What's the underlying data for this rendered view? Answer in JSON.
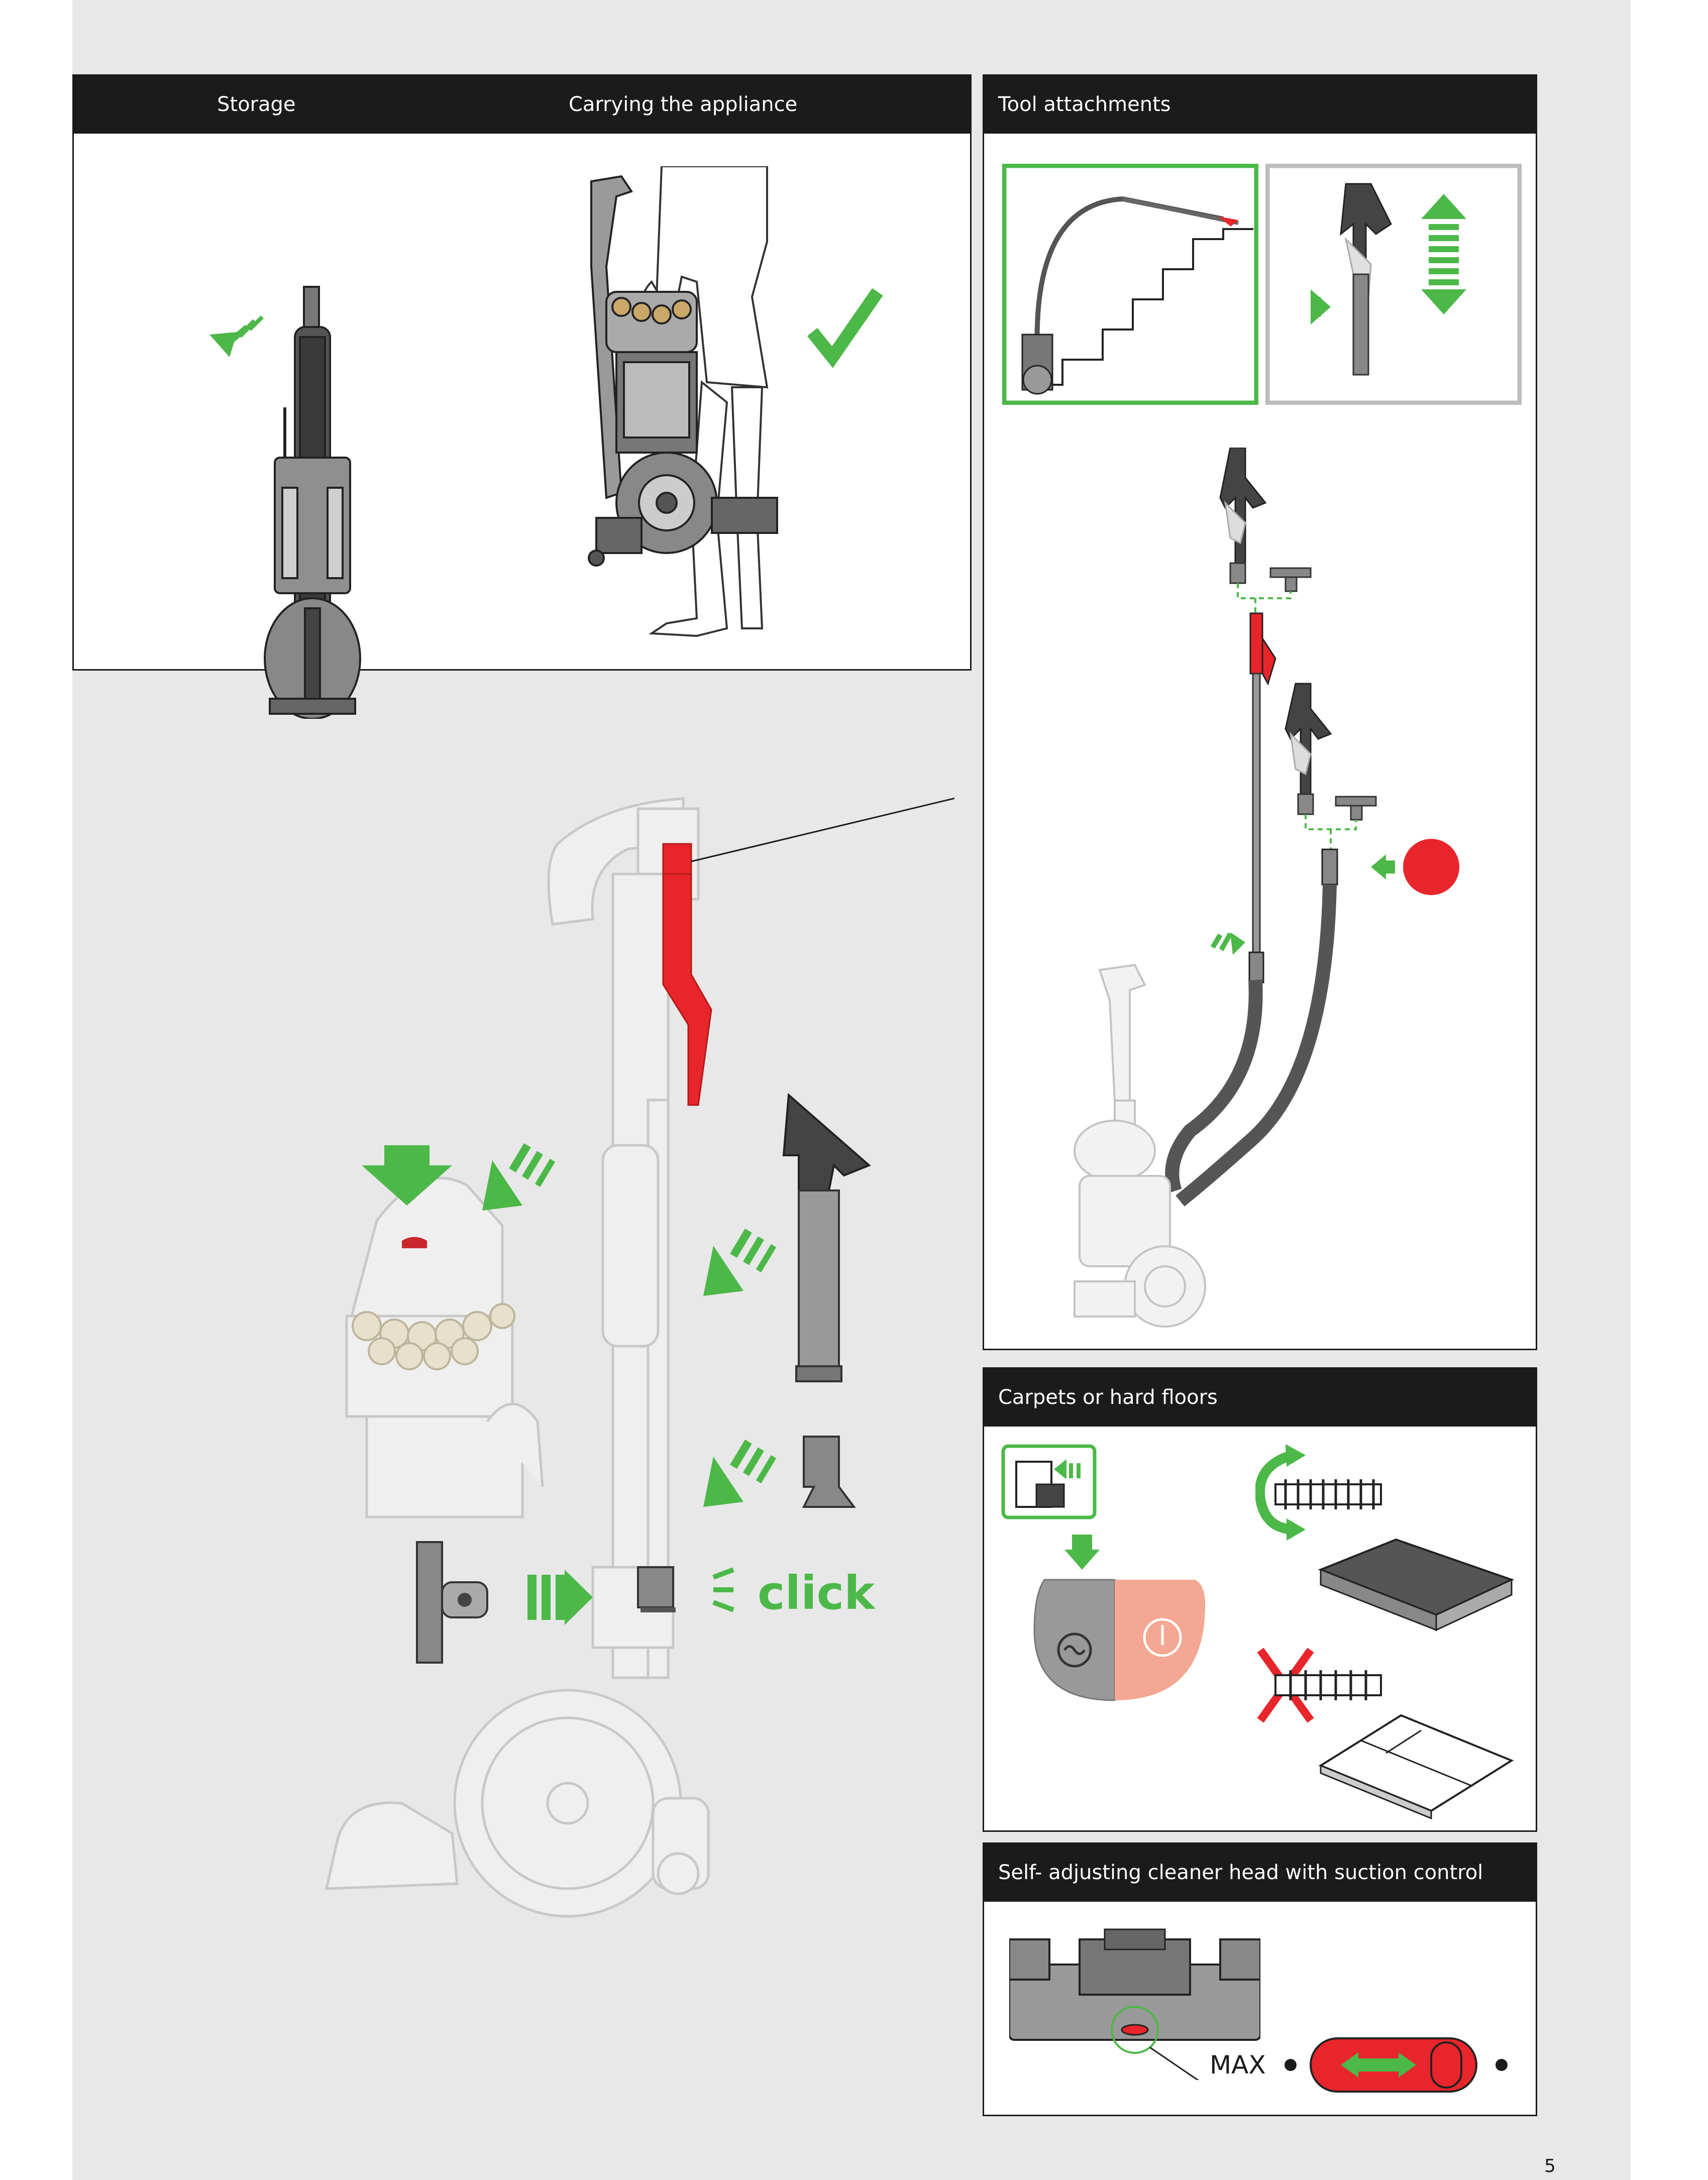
{
  "storage_panel": {
    "storage_title": "Storage",
    "carrying_title": "Carrying the appliance"
  },
  "tool_panel": {
    "title": "Tool attachments"
  },
  "floor_panel": {
    "title": "Carpets or hard floors"
  },
  "head_panel": {
    "title": "Self- adjusting cleaner head with suction control",
    "max_label": "MAX"
  },
  "main_figure": {
    "click_label": "click"
  },
  "page": {
    "number": "5"
  },
  "colors": {
    "accent_green": "#4cb848",
    "accent_red": "#e8252b",
    "header_dark": "#1b1b1b",
    "page_grey": "#e8e8e8",
    "mode_pink": "#f4a792"
  }
}
